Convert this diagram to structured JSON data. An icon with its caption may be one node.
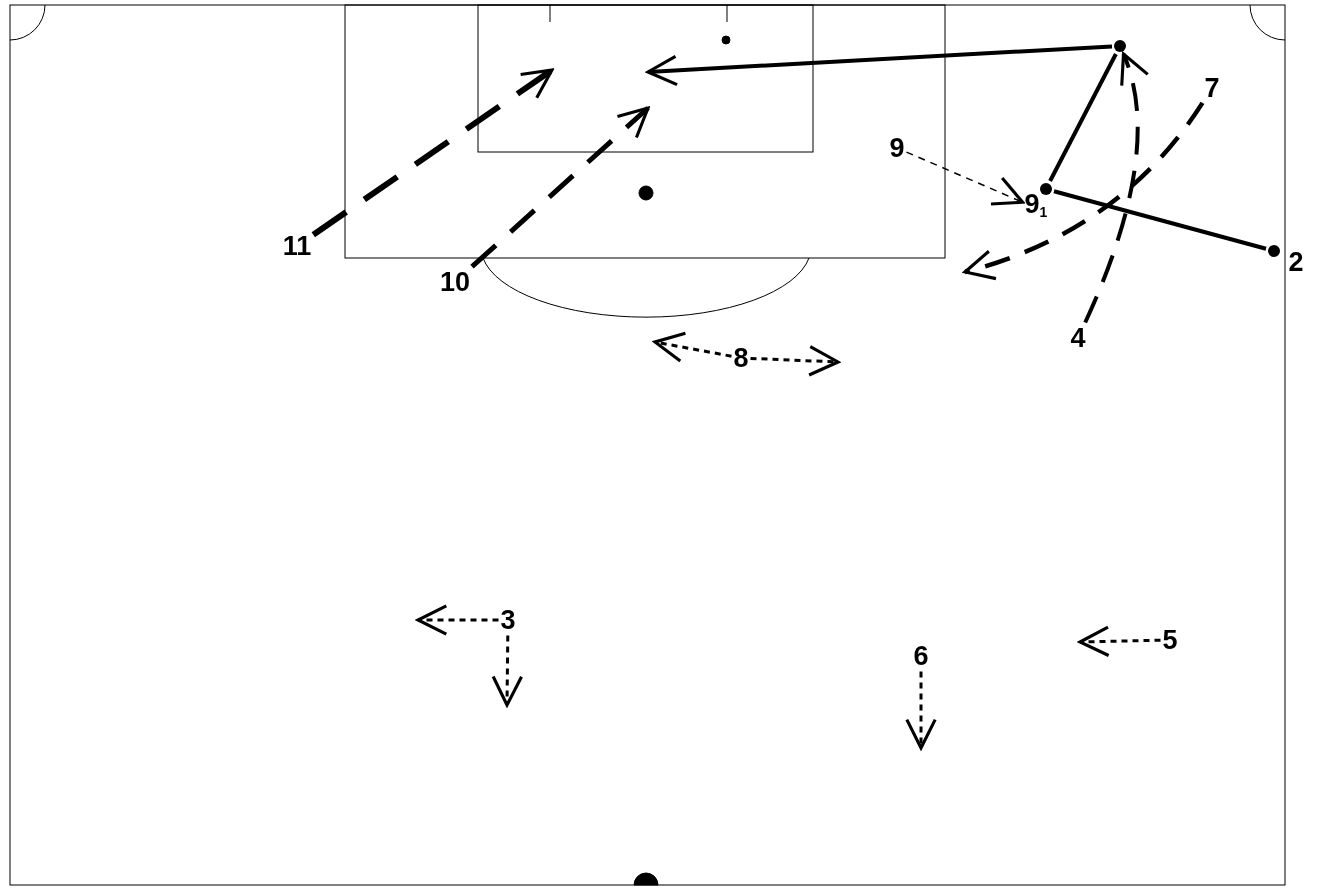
{
  "diagram": {
    "nodes": [
      {
        "text": [
          "11"
        ]
      },
      {
        "text": [
          "10"
        ]
      },
      {
        "text": [
          "9"
        ]
      },
      {
        "text": [
          "9$_{1}$"
        ]
      },
      {
        "text": [
          "7"
        ]
      },
      {
        "text": [
          "2"
        ]
      },
      {
        "text": [
          "4"
        ]
      },
      {
        "text": [
          "8"
        ]
      },
      {
        "text": [
          "3"
        ]
      },
      {
        "text": [
          "6"
        ]
      },
      {
        "text": [
          "5"
        ]
      },
      {
        "text": [],
        "shape": "circle"
      },
      {
        "text": [],
        "shape": "circle"
      },
      {
        "text": [],
        "shape": "circle"
      }
    ],
    "edges": [
      {
        "from": 0,
        "to": null,
        "arrow": "to",
        "style": "dashed"
      },
      {
        "from": 1,
        "to": null,
        "arrow": "to",
        "style": "dashed"
      },
      {
        "from": 2,
        "to": 3,
        "arrow": "to",
        "style": "dashed"
      },
      {
        "from": 4,
        "to": null,
        "arrow": "to",
        "style": "dashed"
      },
      {
        "from": 6,
        "to": 11,
        "arrow": "to",
        "style": "dashed"
      },
      {
        "from": 13,
        "to": 12,
        "arrow": "none"
      },
      {
        "from": 12,
        "to": 11,
        "arrow": "none"
      },
      {
        "from": 11,
        "to": null,
        "arrow": "to"
      },
      {
        "from": 7,
        "to": null,
        "arrow": "to",
        "style": "dashed"
      },
      {
        "from": 7,
        "to": null,
        "arrow": "to",
        "style": "dashed"
      },
      {
        "from": 8,
        "to": null,
        "arrow": "to",
        "style": "dashed"
      },
      {
        "from": 8,
        "to": null,
        "arrow": "to",
        "style": "dashed"
      },
      {
        "from": 9,
        "to": null,
        "arrow": "to",
        "style": "dashed"
      },
      {
        "from": 10,
        "to": null,
        "arrow": "to",
        "style": "dashed"
      }
    ]
  }
}
